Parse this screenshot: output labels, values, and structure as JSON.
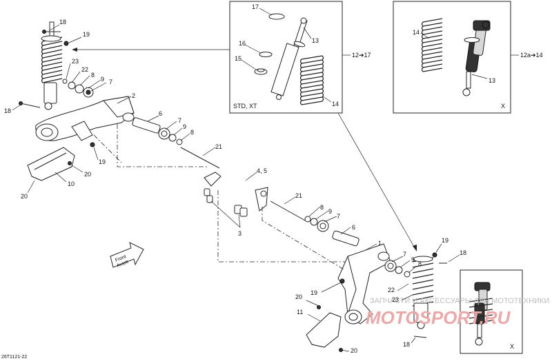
{
  "diagram_code": "26T1121-22",
  "inset_std": {
    "label": "STD, XT",
    "range": "12➔17"
  },
  "inset_x_top": {
    "label": "X",
    "range": "12a➔14"
  },
  "inset_x_bottom": {
    "label": "X"
  },
  "front_arrow": {
    "line1": "Front",
    "line2": "Avant"
  },
  "watermark": {
    "text": "ЗАПЧАСТИ И АКСЕССУАРЫ ДЛЯ МОТОТЕХНИКИ",
    "logo": "MOTOSPORT.RU"
  },
  "callouts": {
    "c18a": "18",
    "c19a": "19",
    "c23a": "23",
    "c22a": "22",
    "c8a": "8",
    "c9a": "9",
    "c7a": "7",
    "c2": "2",
    "c18b": "18",
    "c6a": "6",
    "c7b": "7",
    "c9b": "9",
    "c8b": "8",
    "c19b": "19",
    "c20a": "20",
    "c10": "10",
    "c20b": "20",
    "c21a": "21",
    "c45": "4, 5",
    "c3": "3",
    "c21b": "21",
    "c8c": "8",
    "c9c": "9",
    "c7c": "7",
    "c6b": "6",
    "c1": "1",
    "c7d": "7",
    "c9d": "9",
    "c8d": "8",
    "c19c": "19",
    "c18c": "18",
    "c19d": "19",
    "c22b": "22",
    "c23b": "23",
    "c20c": "20",
    "c11": "11",
    "c20d": "20",
    "c18d": "18",
    "i17": "17",
    "i16": "16",
    "i15": "15",
    "i13a": "13",
    "i14a": "14",
    "i14b": "14",
    "i13b": "13"
  }
}
